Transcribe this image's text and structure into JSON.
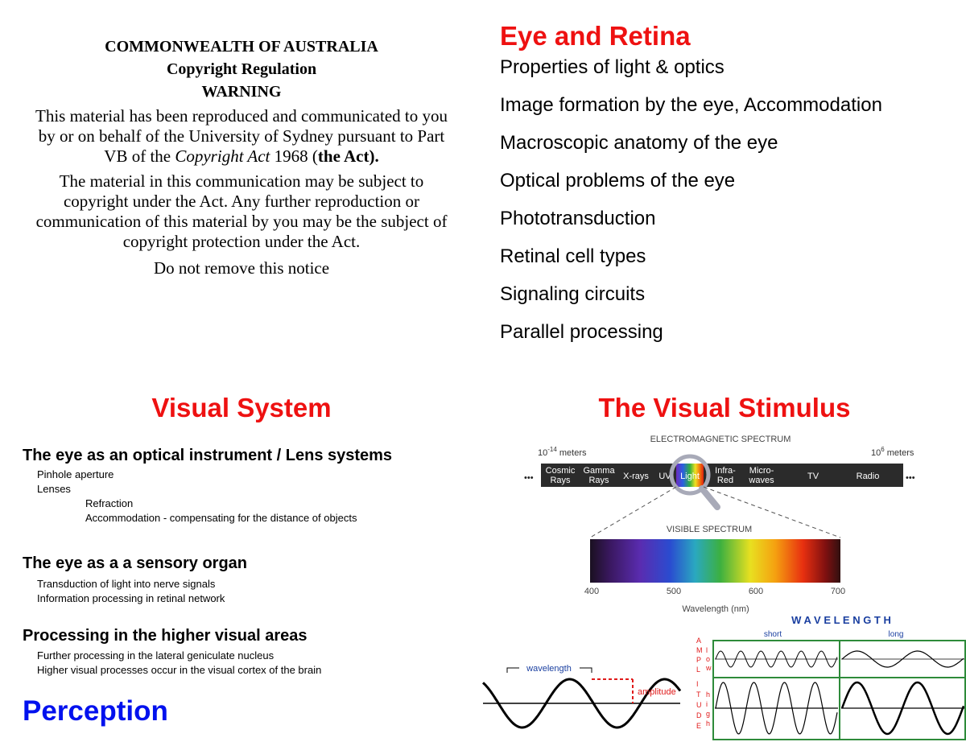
{
  "copyright": {
    "line1": "COMMONWEALTH OF AUSTRALIA",
    "line2": "Copyright Regulation",
    "line3": "WARNING",
    "para1_a": "This material has been reproduced and communicated to you by or on behalf of the University of Sydney pursuant to Part VB of the ",
    "para1_italic": "Copyright Act",
    "para1_b": " 1968 (",
    "para1_bold": "the Act).",
    "para2": "The material in this communication may be subject to copyright under the Act. Any further reproduction or communication of this material by you may be the subject of copyright protection under the Act.",
    "notice": "Do not remove this notice"
  },
  "eye_retina": {
    "title": "Eye and Retina",
    "items": [
      "Properties of light & optics",
      "Image formation by the eye, Accommodation",
      "Macroscopic anatomy of the eye",
      "Optical problems of the eye",
      "Phototransduction",
      "Retinal cell types",
      "Signaling circuits",
      "Parallel processing"
    ]
  },
  "visual_system": {
    "title": "Visual System",
    "section1": {
      "heading": "The eye as an optical instrument / Lens systems",
      "items": [
        "Pinhole aperture",
        "Lenses"
      ],
      "subitems": [
        "Refraction",
        "Accommodation - compensating for the distance of objects"
      ]
    },
    "section2": {
      "heading": "The eye as a a sensory organ",
      "items": [
        "Transduction of light into nerve signals",
        "Information processing in retinal network"
      ]
    },
    "section3": {
      "heading": "Processing in the higher visual areas",
      "items": [
        "Further processing in the lateral geniculate nucleus",
        "Higher visual processes occur in the visual cortex of the brain"
      ]
    },
    "perception": "Perception"
  },
  "stimulus": {
    "title": "The Visual Stimulus",
    "spectrum_title": "ELECTROMAGNETIC SPECTRUM",
    "left_range_base": "10",
    "left_range_exp": "-14",
    "right_range_base": "10",
    "right_range_exp": "6",
    "range_unit": " meters",
    "bands": [
      {
        "l1": "Cosmic",
        "l2": "Rays"
      },
      {
        "l1": "Gamma",
        "l2": "Rays"
      },
      {
        "l1": "X-rays",
        "l2": ""
      },
      {
        "l1": "UV",
        "l2": ""
      },
      {
        "l1": "Light",
        "l2": ""
      },
      {
        "l1": "Infra-",
        "l2": "Red"
      },
      {
        "l1": "Micro-",
        "l2": "waves"
      },
      {
        "l1": "TV",
        "l2": ""
      },
      {
        "l1": "Radio",
        "l2": ""
      }
    ],
    "ellipsis": "•••",
    "visible_title": "VISIBLE SPECTRUM",
    "wavelength_ticks": [
      "400",
      "500",
      "600",
      "700"
    ],
    "wavelength_label": "Wavelength (nm)",
    "wave_label": "wavelength",
    "amplitude_label": "amplitude",
    "wavelength_header": "W A V E L E N G T H",
    "short": "short",
    "long": "long",
    "amplitude_letters": [
      "A",
      "M",
      "P",
      "L",
      "I",
      "T",
      "U",
      "D",
      "E"
    ],
    "low_letters": [
      "l",
      "o",
      "w"
    ],
    "high_letters": [
      "h",
      "i",
      "g",
      "h"
    ],
    "colors": {
      "title_red": "#ee1111",
      "wave_blue": "#1a3fa0",
      "grid_green": "#2e8b3a",
      "amp_red": "#e01a1a"
    }
  }
}
